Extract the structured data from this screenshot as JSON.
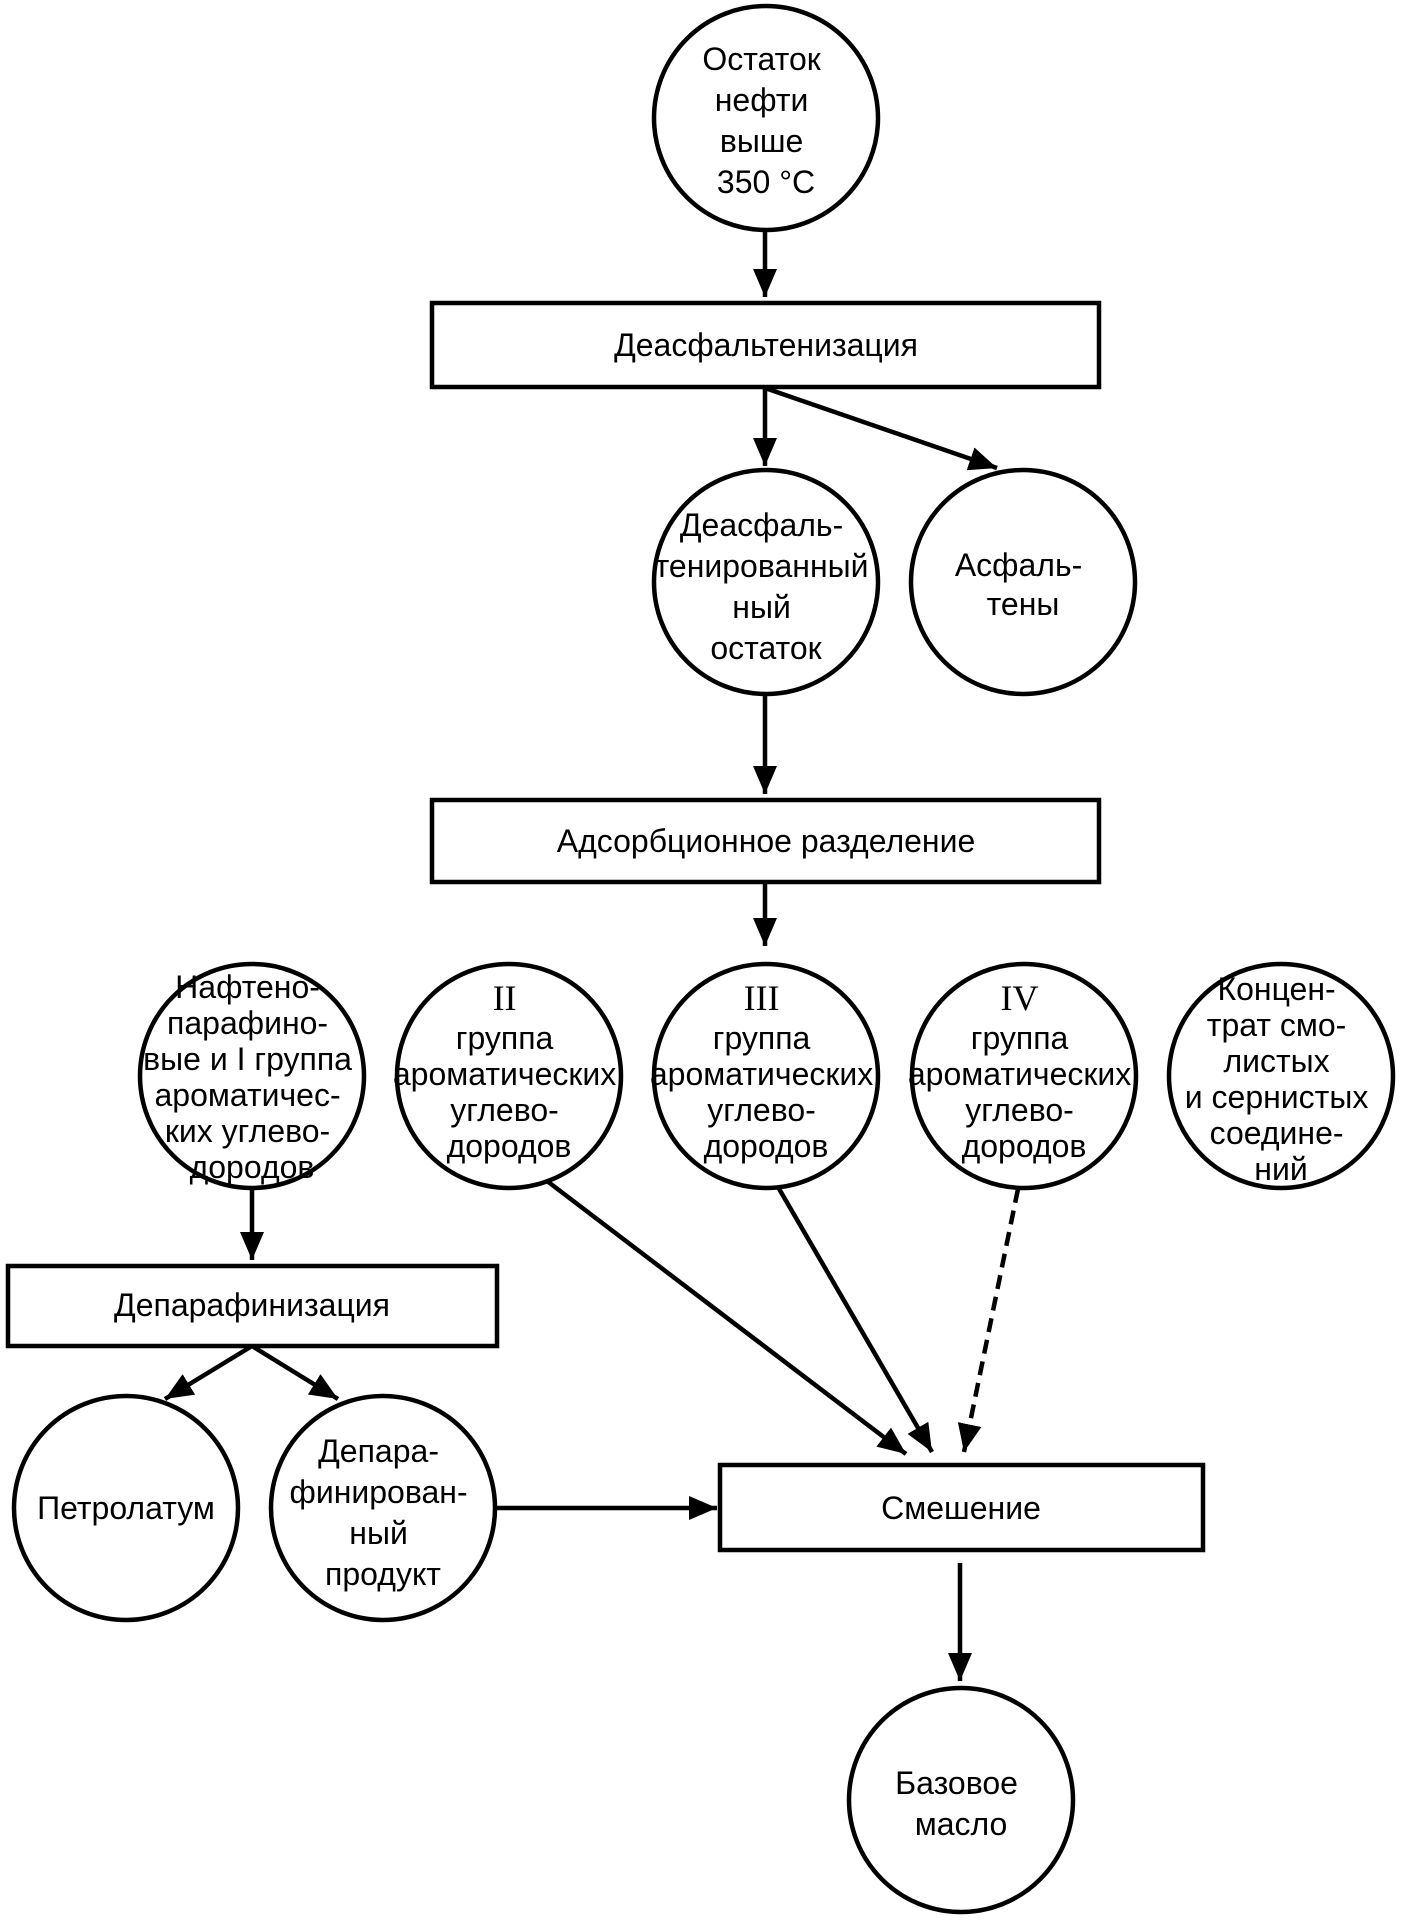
{
  "nodes": {
    "residue": {
      "lines": [
        "Остаток",
        "нефти",
        "выше",
        "350 °C"
      ]
    },
    "deasphalting": {
      "label": "Деасфальтенизация"
    },
    "deasphalted_residue": {
      "lines": [
        "Деасфаль-",
        "тенированный",
        "ный",
        "остаток"
      ]
    },
    "asphaltenes": {
      "lines": [
        "Асфаль-",
        "тены"
      ]
    },
    "adsorption": {
      "label": "Адсорбционное разделение"
    },
    "group1": {
      "lines": [
        "Нафтено-",
        "парафино-",
        "вые и I группа",
        "ароматичес-",
        "ких углево-",
        "дородов"
      ]
    },
    "group2": {
      "roman": "II",
      "lines": [
        "группа",
        "ароматических",
        "углево-",
        "дородов"
      ]
    },
    "group3": {
      "roman": "III",
      "lines": [
        "группа",
        "ароматических",
        "углево-",
        "дородов"
      ]
    },
    "group4": {
      "roman": "IV",
      "lines": [
        "группа",
        "ароматических",
        "углево-",
        "дородов"
      ]
    },
    "resins": {
      "lines": [
        "Концен-",
        "трат смо-",
        "листых",
        "и сернистых",
        "соедине-",
        "ний"
      ]
    },
    "dewaxing": {
      "label": "Депарафинизация"
    },
    "petrolatum": {
      "lines": [
        "Петролатум"
      ]
    },
    "dewaxed_product": {
      "lines": [
        "Депара-",
        "финирован-",
        "ный",
        "продукт"
      ]
    },
    "mixing": {
      "label": "Смешение"
    },
    "base_oil": {
      "lines": [
        "Базовое",
        "масло"
      ]
    }
  }
}
